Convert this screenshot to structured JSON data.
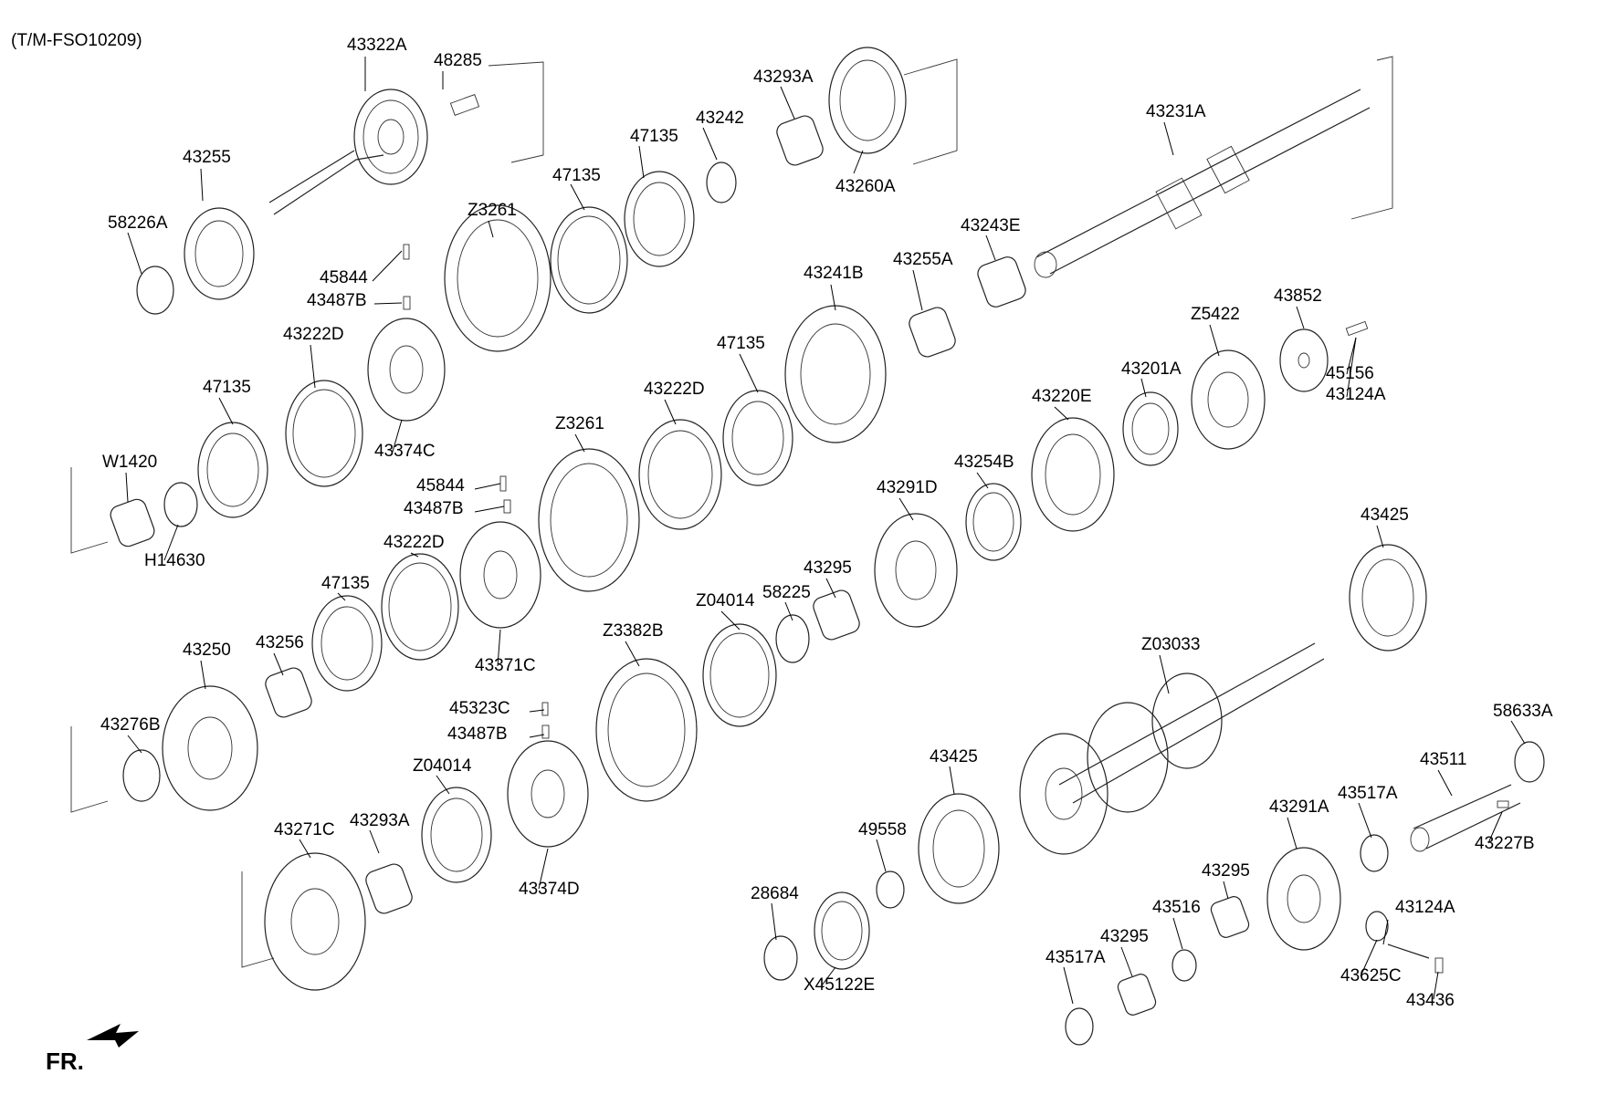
{
  "diagram": {
    "code": "(T/M-FSO10209)",
    "orientation": "FR."
  },
  "labels": [
    {
      "id": "43322A"
    },
    {
      "id": "48285"
    },
    {
      "id": "43293A"
    },
    {
      "id": "43242"
    },
    {
      "id": "47135"
    },
    {
      "id": "43260A"
    },
    {
      "id": "47135"
    },
    {
      "id": "43255"
    },
    {
      "id": "58226A"
    },
    {
      "id": "Z3261"
    },
    {
      "id": "43231A"
    },
    {
      "id": "43243E"
    },
    {
      "id": "45844"
    },
    {
      "id": "43487B"
    },
    {
      "id": "43222D"
    },
    {
      "id": "43374C"
    },
    {
      "id": "43241B"
    },
    {
      "id": "43255A"
    },
    {
      "id": "Z5422"
    },
    {
      "id": "43852"
    },
    {
      "id": "45156"
    },
    {
      "id": "43124A"
    },
    {
      "id": "47135"
    },
    {
      "id": "47135"
    },
    {
      "id": "43222D"
    },
    {
      "id": "Z3261"
    },
    {
      "id": "43201A"
    },
    {
      "id": "43220E"
    },
    {
      "id": "W1420"
    },
    {
      "id": "H14630"
    },
    {
      "id": "45844"
    },
    {
      "id": "43487B"
    },
    {
      "id": "43254B"
    },
    {
      "id": "43291D"
    },
    {
      "id": "43222D"
    },
    {
      "id": "47135"
    },
    {
      "id": "43371C"
    },
    {
      "id": "43425"
    },
    {
      "id": "43295"
    },
    {
      "id": "Z04014"
    },
    {
      "id": "58225"
    },
    {
      "id": "43250"
    },
    {
      "id": "43256"
    },
    {
      "id": "Z3382B"
    },
    {
      "id": "Z03033"
    },
    {
      "id": "43276B"
    },
    {
      "id": "45323C"
    },
    {
      "id": "43487B"
    },
    {
      "id": "58633A"
    },
    {
      "id": "Z04014"
    },
    {
      "id": "43511"
    },
    {
      "id": "43425"
    },
    {
      "id": "43517A"
    },
    {
      "id": "43271C"
    },
    {
      "id": "43293A"
    },
    {
      "id": "43374D"
    },
    {
      "id": "49558"
    },
    {
      "id": "43291A"
    },
    {
      "id": "43227B"
    },
    {
      "id": "28684"
    },
    {
      "id": "43295"
    },
    {
      "id": "43516"
    },
    {
      "id": "43124A"
    },
    {
      "id": "43295"
    },
    {
      "id": "43517A"
    },
    {
      "id": "43625C"
    },
    {
      "id": "X45122E"
    },
    {
      "id": "43436"
    }
  ]
}
